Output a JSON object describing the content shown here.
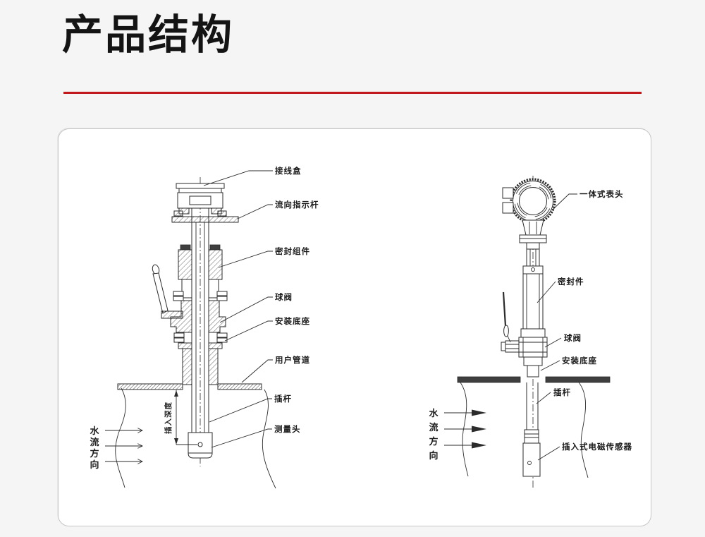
{
  "page": {
    "title": "产品结构",
    "accent_color": "#c1181d",
    "background_color": "#f5f5f6",
    "card_background": "#ffffff"
  },
  "left_diagram": {
    "labels": [
      "接线盒",
      "流向指示杆",
      "密封组件",
      "球阀",
      "安装底座",
      "用户管道",
      "插杆",
      "测量头"
    ],
    "depth_label": "插入深度",
    "flow_chars": [
      "水",
      "流",
      "方",
      "向"
    ]
  },
  "right_diagram": {
    "labels": [
      "一体式表头",
      "密封件",
      "球阀",
      "安装底座",
      "插杆",
      "插入式电磁传感器"
    ],
    "flow_chars": [
      "水",
      "流",
      "方",
      "向"
    ]
  }
}
